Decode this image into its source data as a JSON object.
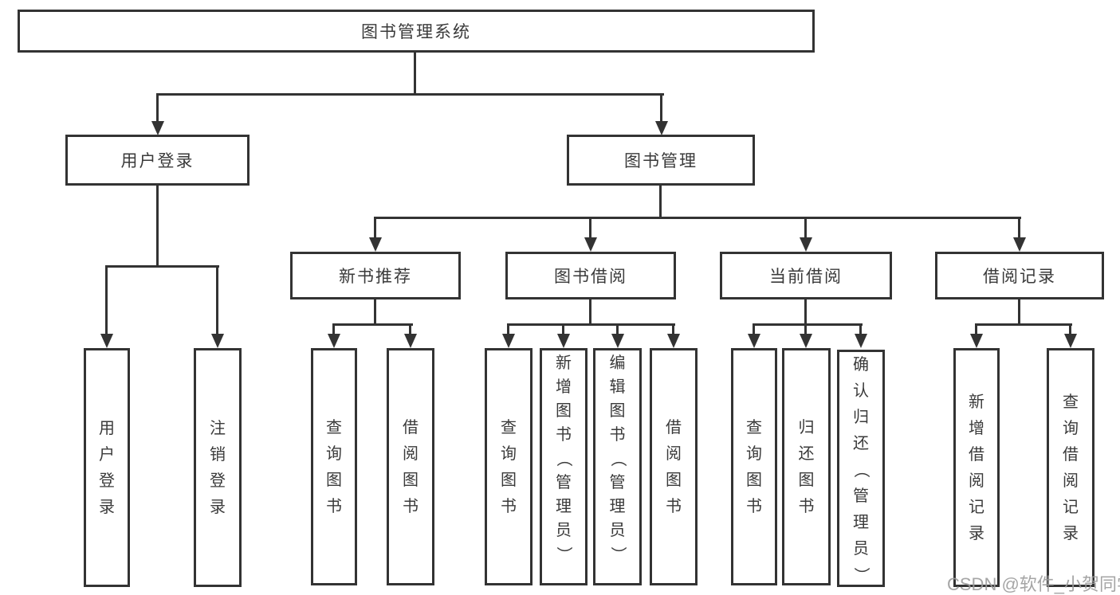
{
  "diagram": {
    "root": {
      "label": "图书管理系统"
    },
    "level1": {
      "user": {
        "label": "用户登录"
      },
      "book": {
        "label": "图书管理"
      }
    },
    "level2": {
      "new_rec": {
        "label": "新书推荐"
      },
      "borrow": {
        "label": "图书借阅"
      },
      "current": {
        "label": "当前借阅"
      },
      "records": {
        "label": "借阅记录"
      }
    },
    "leaves": {
      "user": [
        "用户登录",
        "注销登录"
      ],
      "new_rec": [
        "查询图书",
        "借阅图书"
      ],
      "borrow": [
        "查询图书",
        "新增图书（管理员）",
        "编辑图书（管理员）",
        "借阅图书"
      ],
      "current": [
        "查询图书",
        "归还图书",
        "确认归还（管理员）"
      ],
      "records": [
        "新增借阅记录",
        "查询借阅记录"
      ]
    },
    "colors": {
      "line": "#333333",
      "text": "#3a3a3a",
      "watermark_text": "#9c9c9c",
      "background": "#ffffff"
    },
    "watermark": "CSDN @软件_小贺同学"
  }
}
